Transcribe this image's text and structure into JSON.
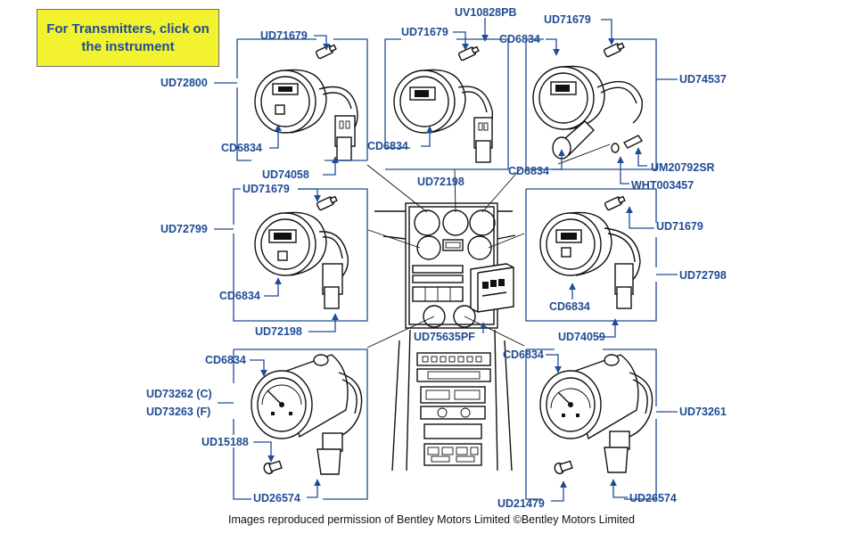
{
  "notice": {
    "text": "For Transmitters, click on the instrument",
    "background": "#f2f22e",
    "text_color": "#1f4c94"
  },
  "accent_color": "#1f4c94",
  "parts": {
    "ud71679_a": "UD71679",
    "ud72800": "UD72800",
    "cd6834_a": "CD6834",
    "ud74058": "UD74058",
    "uv10828pb": "UV10828PB",
    "ud71679_b": "UD71679",
    "cd6834_b": "CD6834",
    "ud72198_a": "UD72198",
    "ud71679_c": "UD71679",
    "cd6834_c": "CD6834",
    "ud74537": "UD74537",
    "cd6834_d": "CD6834",
    "um20792sr": "UM20792SR",
    "wht003457": "WHT003457",
    "ud71679_d": "UD71679",
    "ud72799": "UD72799",
    "cd6834_e": "CD6834",
    "ud72198_b": "UD72198",
    "ud71679_e": "UD71679",
    "ud72798": "UD72798",
    "cd6834_f": "CD6834",
    "ud74059": "UD74059",
    "ud75635pf": "UD75635PF",
    "cd6834_g": "CD6834",
    "ud73262": "UD73262 (C)",
    "ud73263": "UD73263 (F)",
    "ud15188": "UD15188",
    "ud26574_a": "UD26574",
    "cd6834_h": "CD6834",
    "ud73261": "UD73261",
    "ud21479": "UD21479",
    "ud26574_b": "UD26574"
  },
  "footer": "Images reproduced permission of Bentley Motors Limited ©Bentley Motors Limited"
}
